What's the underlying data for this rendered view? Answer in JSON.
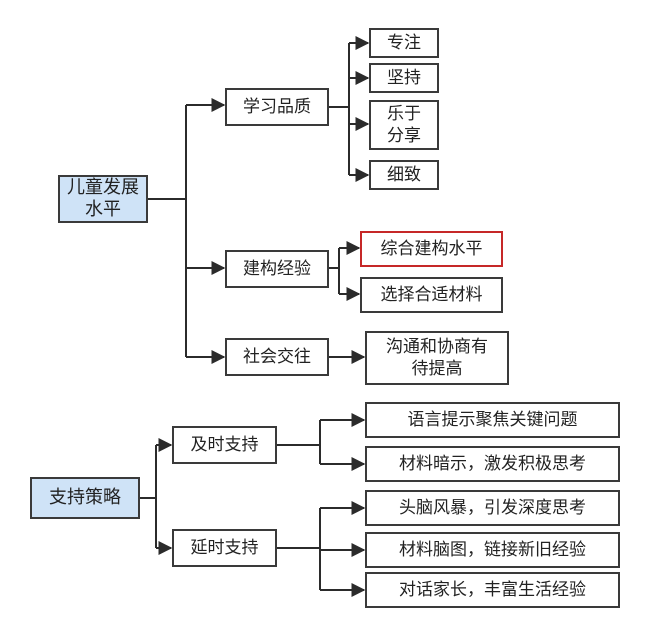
{
  "colors": {
    "root_fill": "#cfe3f7",
    "box_border": "#3a3a3a",
    "highlight_border": "#c62828",
    "connector": "#2b2b2b"
  },
  "tree1": {
    "root": "儿童发展\n水平",
    "branches": [
      {
        "label": "学习品质",
        "leaves": [
          "专注",
          "坚持",
          "乐于\n分享",
          "细致"
        ]
      },
      {
        "label": "建构经验",
        "leaves": [
          "综合建构水平",
          "选择合适材料"
        ],
        "highlighted_leaf": "综合建构水平"
      },
      {
        "label": "社会交往",
        "leaves": [
          "沟通和协商有\n待提高"
        ]
      }
    ]
  },
  "tree2": {
    "root": "支持策略",
    "branches": [
      {
        "label": "及时支持",
        "leaves": [
          "语言提示聚焦关键问题",
          "材料暗示，激发积极思考"
        ]
      },
      {
        "label": "延时支持",
        "leaves": [
          "头脑风暴，引发深度思考",
          "材料脑图，链接新旧经验",
          "对话家长，丰富生活经验"
        ]
      }
    ]
  }
}
